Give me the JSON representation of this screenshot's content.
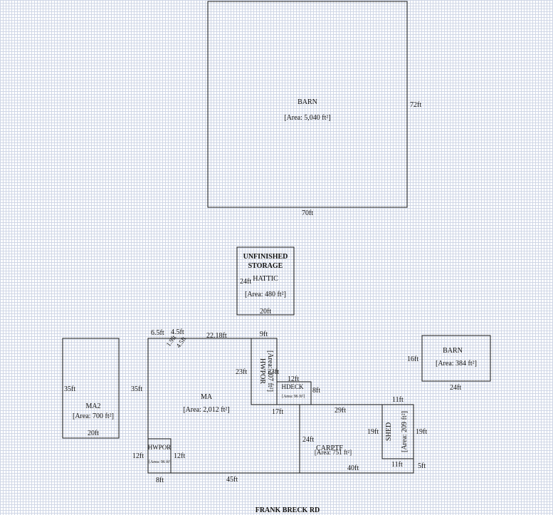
{
  "road": "FRANK BRECK RD",
  "areas": [
    {
      "key": "barn_main",
      "label": "BARN",
      "area": "[Area: 5,040 ft²]",
      "width_label": "70ft",
      "height_label": "72ft"
    },
    {
      "key": "storage",
      "title_line1": "UNFINISHED",
      "title_line2": "STORAGE",
      "label": "HATTIC",
      "area": "[Area: 480 ft²]",
      "width_label": "20ft",
      "height_label": "24ft"
    },
    {
      "key": "ma2",
      "label": "MA2",
      "area": "[Area: 700 ft²]",
      "width_label": "20ft",
      "height_label": "35ft"
    },
    {
      "key": "ma",
      "label": "MA",
      "area": "[Area: 2,012 ft²]"
    },
    {
      "key": "hwpor_top",
      "label": "HWPOR",
      "area": "[Area: 207 ft²]"
    },
    {
      "key": "hdeck",
      "label": "HDECK",
      "area": "[Area: 96 ft²]"
    },
    {
      "key": "hwpor_bottom",
      "label": "HWPOR",
      "area": "[Area: 96 ft²]"
    },
    {
      "key": "carptf",
      "label": "CARPTF",
      "area": "[Area: 751 ft²]"
    },
    {
      "key": "shed",
      "label": "SHED",
      "area": "[Area: 209 ft²]"
    },
    {
      "key": "barn_small",
      "label": "BARN",
      "area": "[Area: 384 ft²]",
      "width_label": "24ft",
      "height_label": "16ft"
    }
  ],
  "dims": {
    "ma_left": "35ft",
    "ma_top_a": "6.5ft",
    "ma_top_b": "4.5ft",
    "ma_diag": "1.9ft",
    "ma_diag2": "4.5ft",
    "ma_top_c": "22.18ft",
    "hwpor_top_w": "9ft",
    "hwpor_top_h_left": "23ft",
    "hwpor_top_h_right": "23ft",
    "hdeck_w": "12ft",
    "hdeck_h": "8ft",
    "ma_step": "17ft",
    "ma_bottom": "45ft",
    "hwpor_bottom_left": "12ft",
    "hwpor_bottom_right": "12ft",
    "hwpor_bottom_w": "8ft",
    "carptf_top": "29ft",
    "carptf_left": "24ft",
    "carptf_bottom": "40ft",
    "shed_top": "11ft",
    "shed_left": "19ft",
    "shed_right": "19ft",
    "shed_bottom": "11ft",
    "carptf_right": "5ft"
  }
}
